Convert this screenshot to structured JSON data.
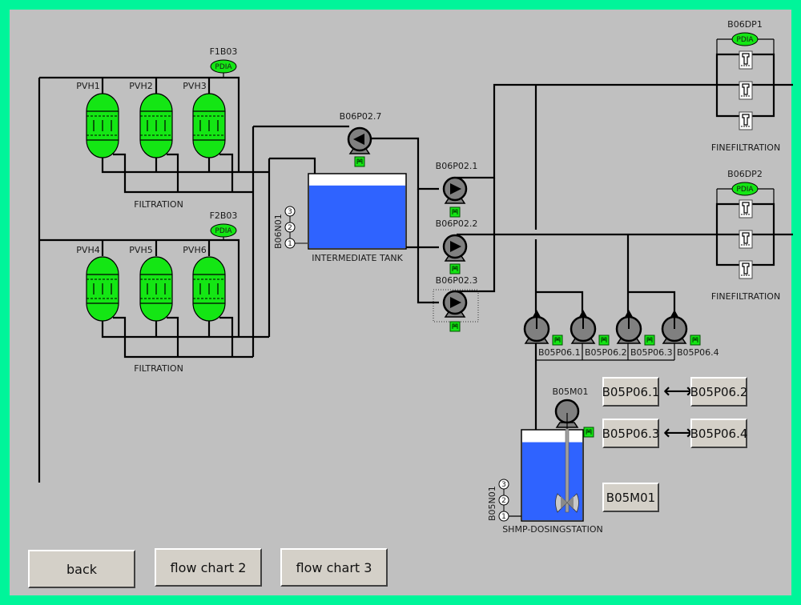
{
  "colors": {
    "frame": "#00f59a",
    "background": "#c0c0c0",
    "vessel": "#14e614",
    "water": "#2f63ff",
    "pump": "#808080",
    "status_ok": "#14e614"
  },
  "filtration_1": {
    "title": "FILTRATION",
    "vessels": [
      "PVH1",
      "PVH2",
      "PVH3"
    ],
    "pdia": {
      "tag": "F1B03",
      "label": "PDIA"
    }
  },
  "filtration_2": {
    "title": "FILTRATION",
    "vessels": [
      "PVH4",
      "PVH5",
      "PVH6"
    ],
    "pdia": {
      "tag": "F2B03",
      "label": "PDIA"
    }
  },
  "intermediate_tank": {
    "title": "INTERMEDIATE TANK",
    "level_sensor": "B06N01",
    "level_points": [
      "3",
      "2",
      "1"
    ],
    "fill_fraction": 0.85
  },
  "pumps_b06": [
    {
      "tag": "B06P02.7",
      "status_icon": "status-ok-icon"
    },
    {
      "tag": "B06P02.1",
      "status_icon": "status-ok-icon"
    },
    {
      "tag": "B06P02.2",
      "status_icon": "status-ok-icon"
    },
    {
      "tag": "B06P02.3",
      "status_icon": "status-ok-icon",
      "selected": true
    }
  ],
  "finefiltration_1": {
    "title": "FINEFILTRATION",
    "pdia": {
      "tag": "B06DP1",
      "label": "PDIA"
    }
  },
  "finefiltration_2": {
    "title": "FINEFILTRATION",
    "pdia": {
      "tag": "B06DP2",
      "label": "PDIA"
    }
  },
  "pumps_b05": [
    {
      "tag": "B05P06.1"
    },
    {
      "tag": "B05P06.2"
    },
    {
      "tag": "B05P06.3"
    },
    {
      "tag": "B05P06.4"
    }
  ],
  "dosing_station": {
    "title": "SHMP-DOSINGSTATION",
    "mixer": "B05M01",
    "level_sensor": "B05N01",
    "level_points": [
      "3",
      "2",
      "1"
    ],
    "fill_fraction": 0.87
  },
  "control_buttons": {
    "pair1_left": "B05P06.1",
    "pair1_right": "B05P06.2",
    "pair2_left": "B05P06.3",
    "pair2_right": "B05P06.4",
    "mixer": "B05M01",
    "swap_symbol": "⟷"
  },
  "nav": {
    "back": "back",
    "flow_chart_2": "flow chart 2",
    "flow_chart_3": "flow chart 3"
  }
}
